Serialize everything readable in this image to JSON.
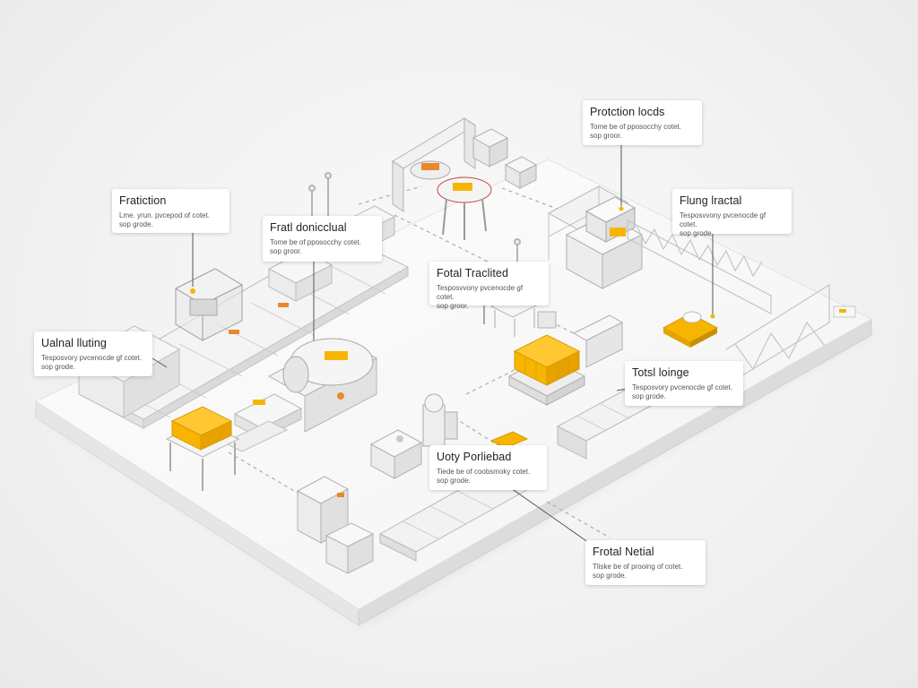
{
  "colors": {
    "platform_top": "#fbfbfb",
    "platform_side": "#e4e4e4",
    "machine": "#f5f5f5",
    "machine_edge": "#bdbdbd",
    "accent_yellow": "#f7b500",
    "accent_orange": "#e8892b",
    "dashed_path": "#a8a98c"
  },
  "callouts": {
    "protection_locds": {
      "title": "Protction locds",
      "text": "Tome be of pposocchy cotet.\nsop groor."
    },
    "fratiction": {
      "title": "Fratiction",
      "text": "Lme. yrun. pvcepod of cotet.\nsop grode."
    },
    "fratl_donicclual": {
      "title": "Fratl donicclual",
      "text": "Tome be of pposocchy cotet.\nsop groor."
    },
    "flung_lractal": {
      "title": "Flung lractal",
      "text": "Tesposvvony pvcenocde gf cotet.\nsop grode."
    },
    "fotal_traclited": {
      "title": "Fotal Traclited",
      "text": "Tesposvvony pvcenocde gf cotet.\nsop groor."
    },
    "ualnal_lluting": {
      "title": "Ualnal lluting",
      "text": "Tesposvory pvcenocde gf cotet.\nsop grode."
    },
    "totsl_loinge": {
      "title": "Totsl loinge",
      "text": "Tesposvory pvcenocde gf cotet.\nsop grode."
    },
    "uoty_porliebad": {
      "title": "Uoty Porliebad",
      "text": "Tiede be of coobsmoky cotet.\nsop grode."
    },
    "frotal_netial": {
      "title": "Frotal Netial",
      "text": "Tliske be of prooing of cotet.\nsop grode."
    }
  }
}
